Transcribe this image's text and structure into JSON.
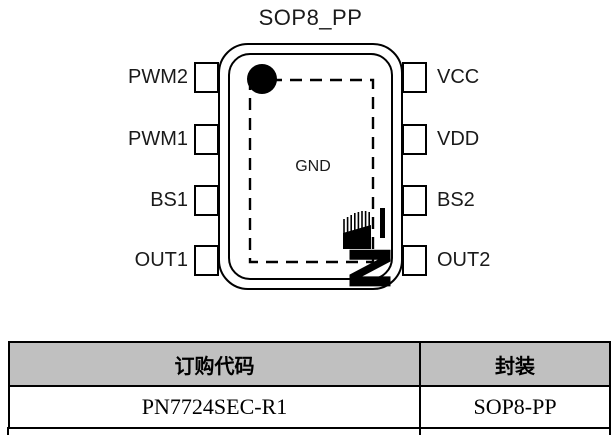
{
  "diagram": {
    "title": "SOP8_PP",
    "center_label": "GND",
    "left_pins": [
      "PWM2",
      "PWM1",
      "BS1",
      "OUT1"
    ],
    "right_pins": [
      "VCC",
      "VDD",
      "BS2",
      "OUT2"
    ],
    "logo_letter": "N"
  },
  "table": {
    "headers": [
      "订购代码",
      "封装"
    ],
    "rows": [
      [
        "PN7724SEC-R1",
        "SOP8-PP"
      ]
    ]
  },
  "colors": {
    "header_bg": "#c0c0c0",
    "line": "#000000",
    "background": "#ffffff"
  }
}
